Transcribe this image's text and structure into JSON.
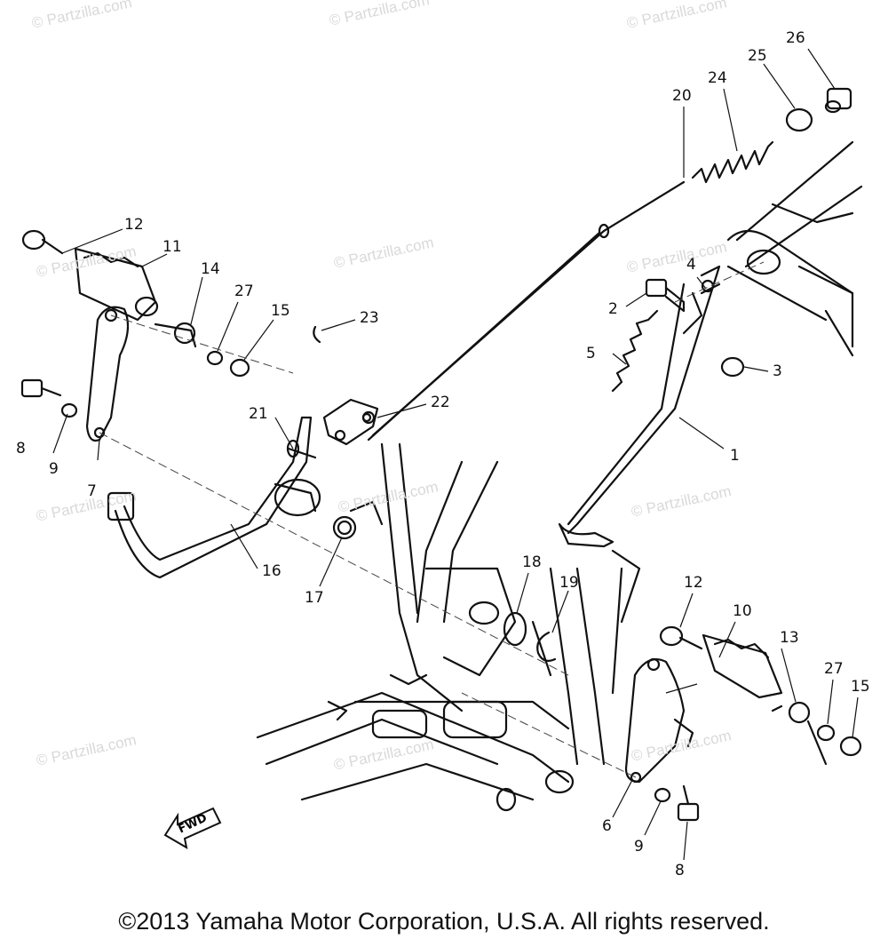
{
  "watermark_text": "© Partzilla.com",
  "callouts": [
    "1",
    "2",
    "3",
    "4",
    "5",
    "6",
    "7",
    "8",
    "9",
    "10",
    "11",
    "12",
    "13",
    "14",
    "15",
    "16",
    "17",
    "18",
    "19",
    "20",
    "21",
    "22",
    "23",
    "24",
    "25",
    "26",
    "27"
  ],
  "fwd_label": "FWD",
  "copyright": "©2013 Yamaha Motor Corporation, U.S.A. All rights reserved."
}
